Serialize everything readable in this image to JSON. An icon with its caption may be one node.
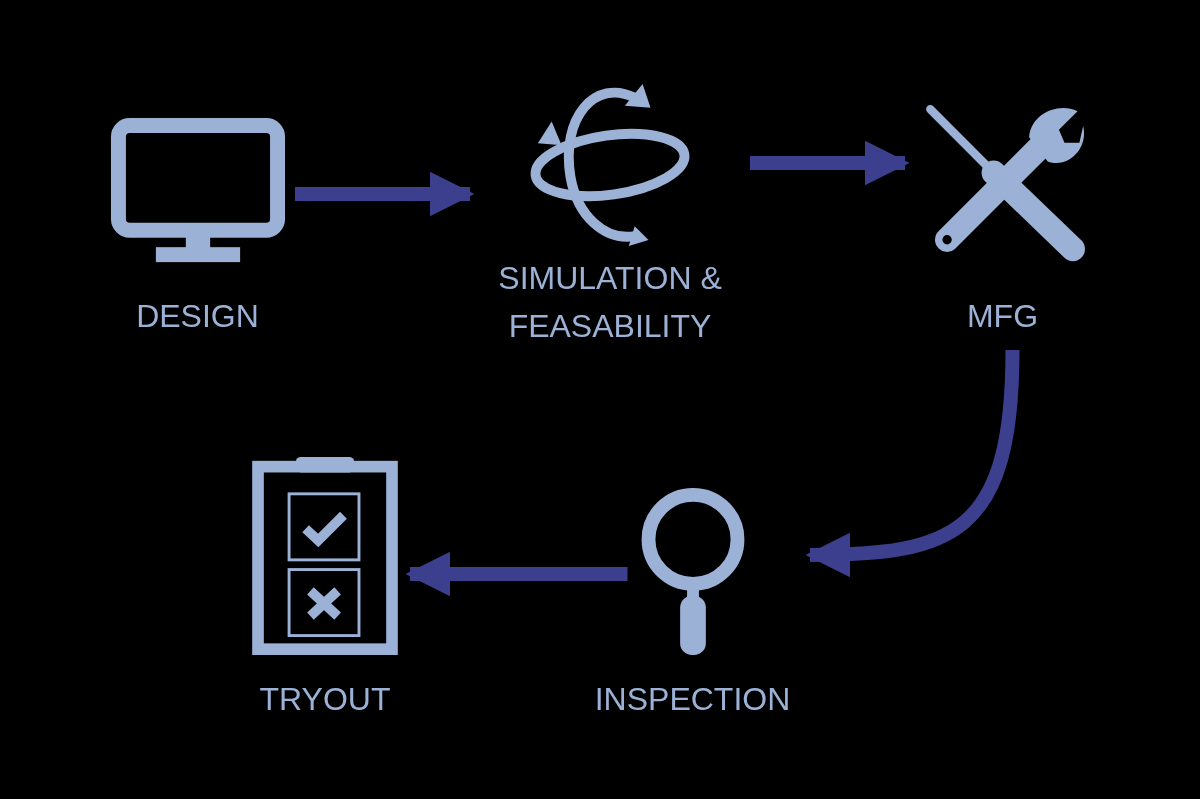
{
  "diagram": {
    "nodes": [
      {
        "text": [
          "DESIGN"
        ]
      },
      {
        "text": [
          "SIMULATION & FEASABILITY"
        ]
      },
      {
        "text": [
          "MFG"
        ]
      },
      {
        "text": [
          "INSPECTION"
        ]
      },
      {
        "text": [
          "TRYOUT"
        ]
      }
    ],
    "edges": [
      {
        "from": 0,
        "to": 1,
        "arrow": "to"
      },
      {
        "from": 1,
        "to": 2,
        "arrow": "to"
      },
      {
        "from": 2,
        "to": 3,
        "arrow": "to"
      },
      {
        "from": 3,
        "to": 4,
        "arrow": "to"
      }
    ]
  }
}
